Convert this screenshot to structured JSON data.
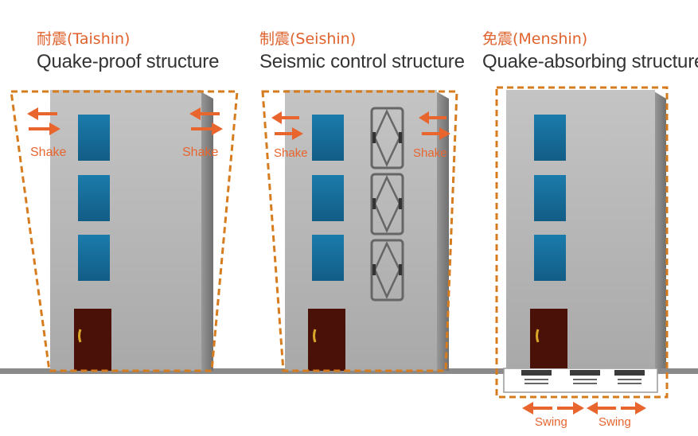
{
  "colors": {
    "accent_orange": "#e8652e",
    "dashed_outline": "#d67c1e",
    "building_gray": "#b9b9b9",
    "window_blue": "#1a6f9c",
    "door_brown": "#4a1108",
    "ground": "#8a8a8a"
  },
  "panels": [
    {
      "jp_title": "耐震(Taishin)",
      "en_title": "Quake-proof structure",
      "label_left": "Shake",
      "label_right": "Shake"
    },
    {
      "jp_title": "制震(Seishin)",
      "en_title": "Seismic control structure",
      "label_left": "Shake",
      "label_right": "Shake"
    },
    {
      "jp_title": "免震(Menshin)",
      "en_title": "Quake-absorbing structure",
      "label_left": "Swing",
      "label_right": "Swing"
    }
  ]
}
